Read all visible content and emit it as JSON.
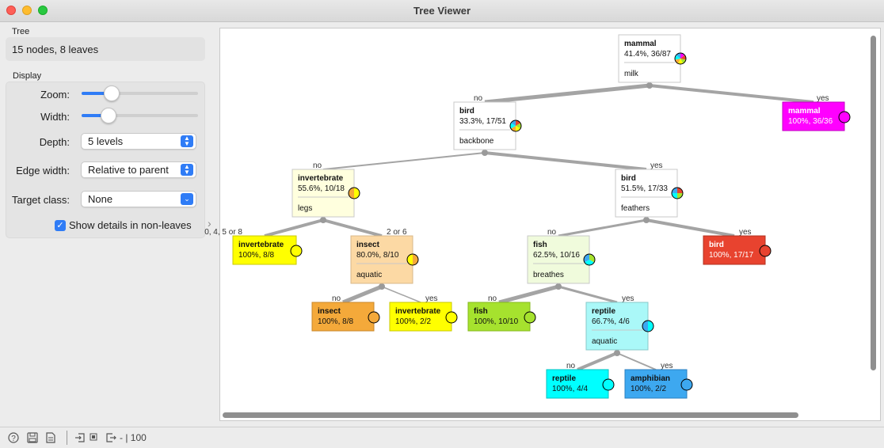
{
  "window": {
    "title": "Tree Viewer"
  },
  "sidebar": {
    "tree_section": "Tree",
    "tree_info": "15 nodes, 8 leaves",
    "display_section": "Display",
    "zoom_label": "Zoom:",
    "zoom_level": 0.26,
    "width_label": "Width:",
    "width_level": 0.23,
    "depth_label": "Depth:",
    "depth_value": "5 levels",
    "edge_width_label": "Edge width:",
    "edge_width_value": "Relative to parent",
    "target_class_label": "Target class:",
    "target_class_value": "None",
    "show_details_label": "Show details in non-leaves",
    "show_details_checked": true
  },
  "tree": {
    "colors": {
      "mammal": "#ff00ff",
      "bird": "#e8432f",
      "invertebrate": "#ffff00",
      "insect": "#f4a93a",
      "fish": "#a6e22e",
      "reptile": "#00ffff",
      "amphibian": "#3da8f0"
    },
    "nodes": {
      "root": {
        "title": "mammal",
        "stats": "41.4%, 36/87",
        "split": "milk"
      },
      "root_no": {
        "title": "bird",
        "stats": "33.3%, 17/51",
        "split": "backbone"
      },
      "root_yes": {
        "title": "mammal",
        "stats": "100%, 36/36"
      },
      "bb_no": {
        "title": "invertebrate",
        "stats": "55.6%, 10/18",
        "split": "legs"
      },
      "bb_yes": {
        "title": "bird",
        "stats": "51.5%, 17/33",
        "split": "feathers"
      },
      "legs_a": {
        "title": "invertebrate",
        "stats": "100%, 8/8"
      },
      "legs_b": {
        "title": "insect",
        "stats": "80.0%, 8/10",
        "split": "aquatic"
      },
      "aq1_no": {
        "title": "insect",
        "stats": "100%, 8/8"
      },
      "aq1_yes": {
        "title": "invertebrate",
        "stats": "100%, 2/2"
      },
      "fe_no": {
        "title": "fish",
        "stats": "62.5%, 10/16",
        "split": "breathes"
      },
      "fe_yes": {
        "title": "bird",
        "stats": "100%, 17/17"
      },
      "br_no": {
        "title": "fish",
        "stats": "100%, 10/10"
      },
      "br_yes": {
        "title": "reptile",
        "stats": "66.7%, 4/6",
        "split": "aquatic"
      },
      "aq2_no": {
        "title": "reptile",
        "stats": "100%, 4/4"
      },
      "aq2_yes": {
        "title": "amphibian",
        "stats": "100%, 2/2"
      }
    },
    "edge_labels": {
      "root_no": "no",
      "root_yes": "yes",
      "bb_no": "no",
      "bb_yes": "yes",
      "legs_a": "0, 4, 5 or 8",
      "legs_b": "2 or 6",
      "aq1_no": "no",
      "aq1_yes": "yes",
      "fe_no": "no",
      "fe_yes": "yes",
      "br_no": "no",
      "br_yes": "yes",
      "aq2_no": "no",
      "aq2_yes": "yes"
    }
  },
  "statusbar": {
    "zoom_text": "- | 100"
  }
}
